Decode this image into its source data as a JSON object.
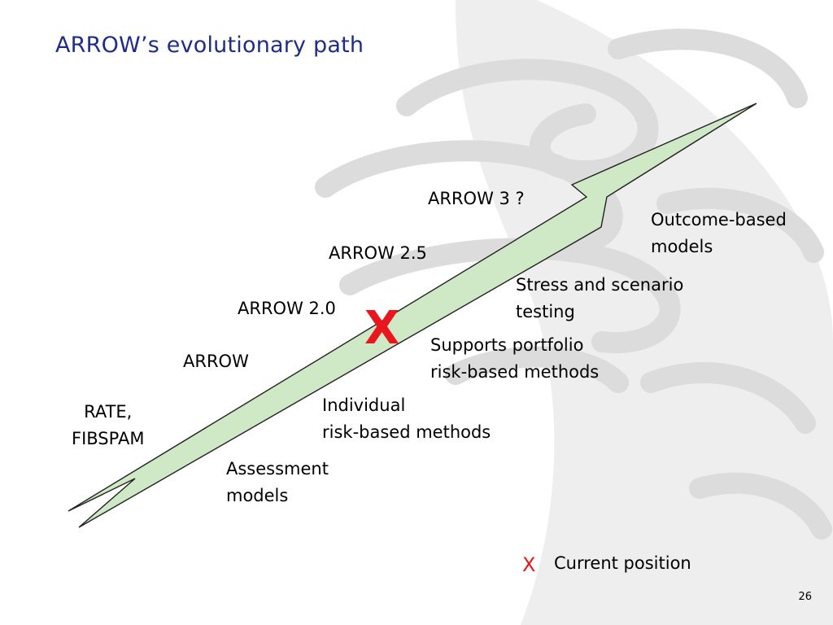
{
  "slide": {
    "title": "ARROW’s evolutionary path",
    "page_number": "26"
  },
  "milestones": [
    {
      "label": "RATE,\nFIBSPAM"
    },
    {
      "label": "ARROW"
    },
    {
      "label": "ARROW 2.0"
    },
    {
      "label": "ARROW 2.5"
    },
    {
      "label": "ARROW 3 ?"
    }
  ],
  "capabilities": [
    {
      "line1": "Assessment",
      "line2": "models"
    },
    {
      "line1": "Individual",
      "line2": "risk-based methods"
    },
    {
      "line1": "Supports portfolio",
      "line2": "risk-based methods"
    },
    {
      "line1": "Stress and scenario",
      "line2": "testing"
    },
    {
      "line1": "Outcome-based",
      "line2": "models"
    }
  ],
  "marker": {
    "symbol": "X",
    "legend_label": "Current position"
  },
  "colors": {
    "title": "#1f2d8a",
    "arrow_fill": "#cfe8c5",
    "arrow_stroke": "#222222",
    "marker": "#e8161d",
    "background_art": "#e6e6e6"
  }
}
